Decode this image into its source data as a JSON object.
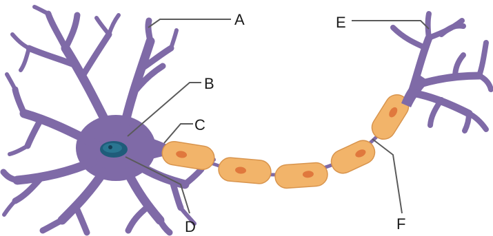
{
  "labels": {
    "a": "A",
    "b": "B",
    "c": "C",
    "d": "D",
    "e": "E",
    "f": "F"
  },
  "colors": {
    "neuron": "#7F6AA7",
    "nucleus": "#1F5C7A",
    "myelin": "#F2B46A",
    "myelin_nucleus": "#E0783D",
    "leader_line": "#5a5a5a"
  }
}
